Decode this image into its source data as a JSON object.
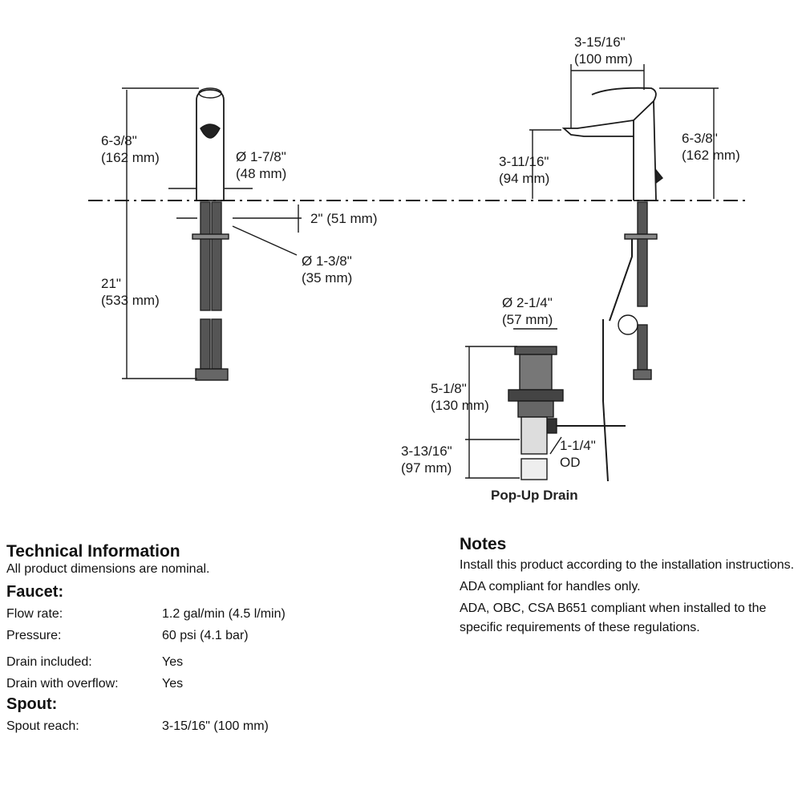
{
  "dimensions": {
    "left_height": [
      "6-3/8\"",
      "(162 mm)"
    ],
    "left_diameter": [
      "Ø 1-7/8\"",
      "(48 mm)"
    ],
    "left_plate": [
      "2\" (51 mm)"
    ],
    "left_hole": [
      "Ø 1-3/8\"",
      "(35 mm)"
    ],
    "left_supply": [
      "21\"",
      "(533 mm)"
    ],
    "right_reach": [
      "3-15/16\"",
      "(100 mm)"
    ],
    "right_spout_height": [
      "3-11/16\"",
      "(94 mm)"
    ],
    "right_height": [
      "6-3/8\"",
      "(162 mm)"
    ],
    "drain_diameter": [
      "Ø 2-1/4\"",
      "(57 mm)"
    ],
    "drain_height": [
      "5-1/8\"",
      "(130 mm)"
    ],
    "drain_tail": [
      "3-13/16\"",
      "(97 mm)"
    ],
    "drain_od": [
      "1-1/4\"",
      "OD"
    ]
  },
  "drain_caption": "Pop-Up Drain",
  "technical": {
    "title": "Technical Information",
    "subtitle": "All product dimensions are nominal.",
    "faucet_heading": "Faucet:",
    "faucet_rows": [
      {
        "label": "Flow rate:",
        "value": "1.2 gal/min (4.5 l/min)"
      },
      {
        "label": "Pressure:",
        "value": "60 psi (4.1 bar)"
      },
      {
        "label": "Drain included:",
        "value": "Yes"
      },
      {
        "label": "Drain with overflow:",
        "value": "Yes"
      }
    ],
    "spout_heading": "Spout:",
    "spout_rows": [
      {
        "label": "Spout reach:",
        "value": "3-15/16\" (100 mm)"
      }
    ]
  },
  "notes": {
    "title": "Notes",
    "items": [
      "Install this product according to the installation instructions.",
      "ADA compliant for handles only.",
      "ADA, OBC, CSA B651 compliant when installed to the specific requirements of these regulations."
    ]
  }
}
